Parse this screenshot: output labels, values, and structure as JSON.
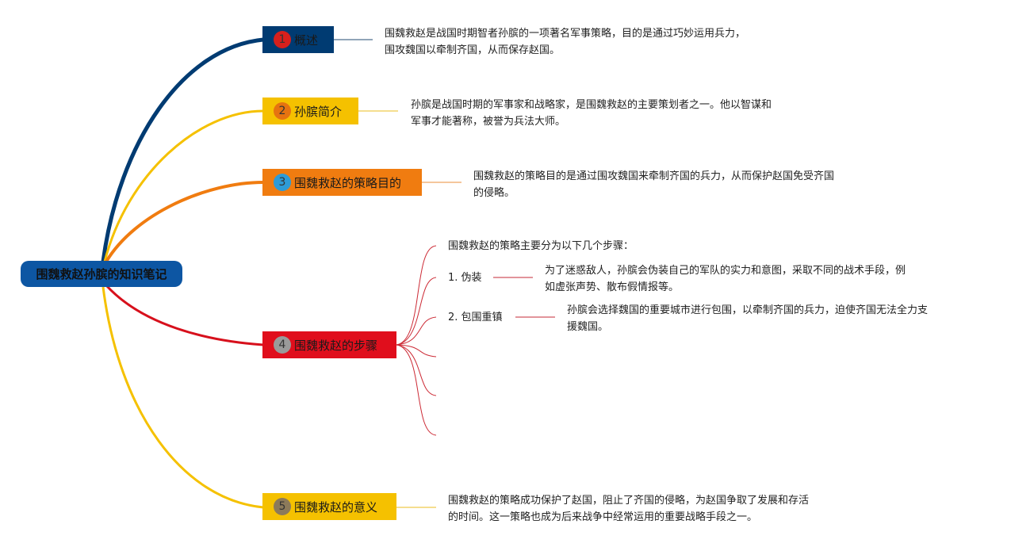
{
  "colors": {
    "root": "#0d56a3",
    "topic1": "#003b72",
    "topic2": "#f5c100",
    "topic3": "#f07c10",
    "topic4": "#e00e1c",
    "topic5": "#f5c100",
    "num1": "#d7201c",
    "num2": "#e67310",
    "num3": "#2e9bd6",
    "num4": "#9a9a9a",
    "num5": "#8c7a5a"
  },
  "root": {
    "label": "围魏救赵孙膑的知识笔记"
  },
  "topics": [
    {
      "num": "1",
      "label": "概述",
      "desc": [
        "围魏救赵是战国时期智者孙膑的一项著名军事策略，目的是通过巧妙运用兵力，",
        "围攻魏国以牵制齐国，从而保存赵国。"
      ]
    },
    {
      "num": "2",
      "label": "孙膑简介",
      "desc": [
        "孙膑是战国时期的军事家和战略家，是围魏救赵的主要策划者之一。他以智谋和",
        "军事才能著称，被誉为兵法大师。"
      ]
    },
    {
      "num": "3",
      "label": "围魏救赵的策略目的",
      "desc": [
        "围魏救赵的策略目的是通过围攻魏国来牵制齐国的兵力，从而保护赵国免受齐国",
        "的侵略。"
      ]
    },
    {
      "num": "4",
      "label": "围魏救赵的步骤",
      "intro": "围魏救赵的策略主要分为以下几个步骤：",
      "steps": [
        {
          "label": "1. 伪装",
          "desc": [
            "为了迷惑敌人，孙膑会伪装自己的军队的实力和意图，采取不同的战术手段，例",
            "如虚张声势、散布假情报等。"
          ]
        },
        {
          "label": "2. 包围重镇",
          "desc": [
            "孙膑会选择魏国的重要城市进行包围，以牵制齐国的兵力，迫使齐国无法全力支",
            "援魏国。"
          ]
        }
      ]
    },
    {
      "num": "5",
      "label": "围魏救赵的意义",
      "desc": [
        "围魏救赵的策略成功保护了赵国，阻止了齐国的侵略，为赵国争取了发展和存活",
        "的时间。这一策略也成为后来战争中经常运用的重要战略手段之一。"
      ]
    }
  ]
}
